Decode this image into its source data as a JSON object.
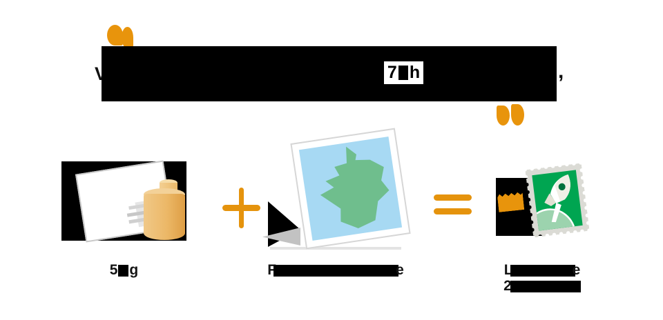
{
  "colors": {
    "accent_orange": "#E8940C",
    "operator_orange": "#E5930D",
    "redaction_black": "#000000",
    "stamp_green": "#00A551",
    "planet_green": "#9CD3AE",
    "map_blue": "#A7D9F3",
    "france_green": "#6FBE8D",
    "weight_orange": "#ECB868",
    "text_black": "#141414"
  },
  "headline": {
    "visible_first_letter": "V",
    "highlight_first_char": "7",
    "highlight_last_char": "h",
    "trailing_comma": ","
  },
  "operators": {
    "plus": "+",
    "equals": "="
  },
  "items": {
    "letter": {
      "caption_first_char": "5",
      "caption_last_char": "g"
    },
    "map": {
      "caption_first_char": "F",
      "caption_last_char": "e"
    },
    "stamp": {
      "caption_line1_first_char": "L",
      "caption_line1_last_char": "e",
      "caption_line2_first_char": "2"
    }
  }
}
